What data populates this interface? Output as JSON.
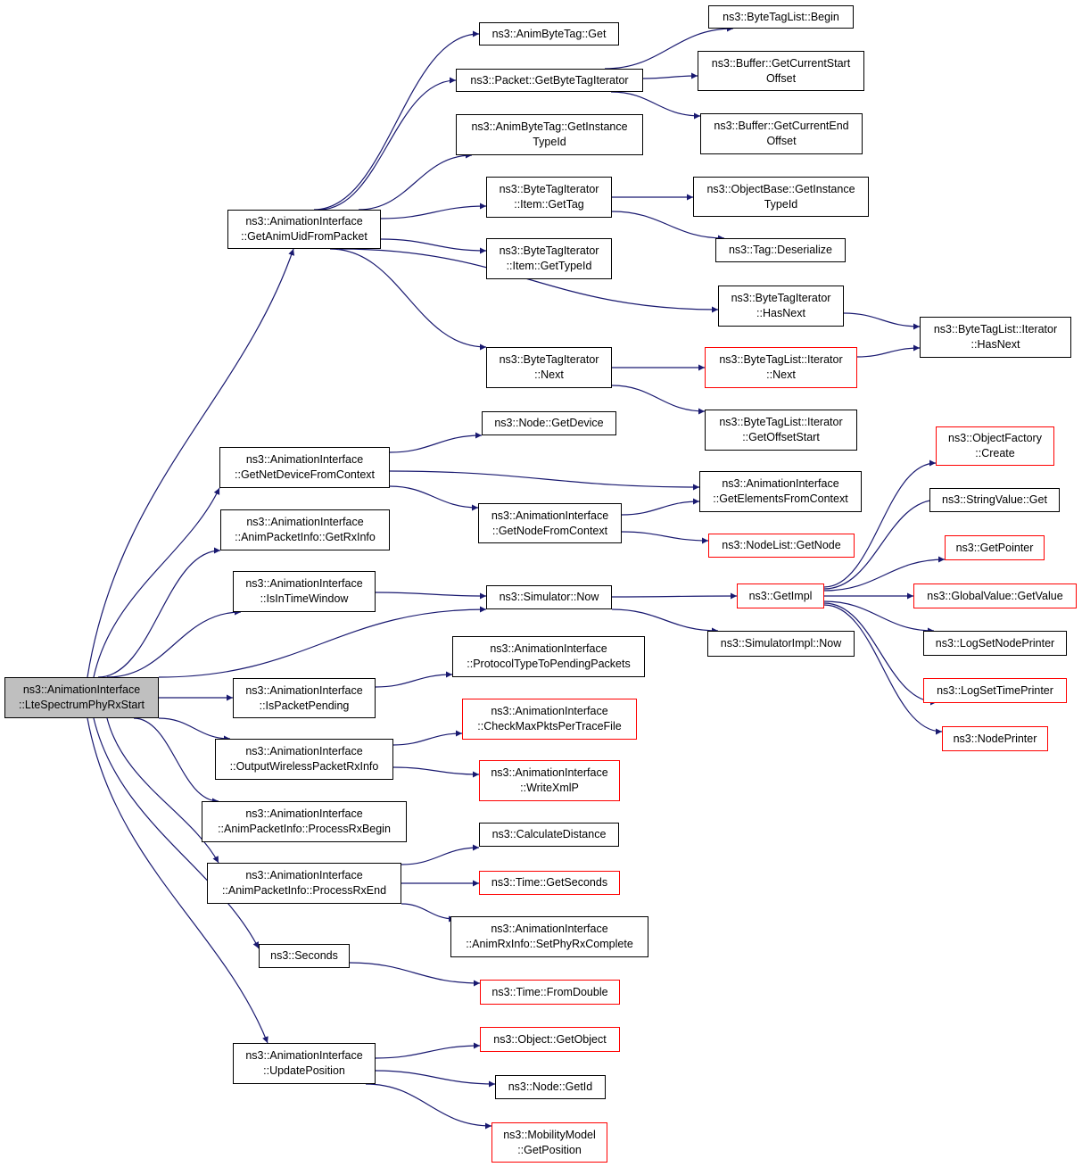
{
  "colors": {
    "edge": "#191970",
    "border_normal": "#000000",
    "border_truncated": "#ff0000",
    "root_fill": "#bfbfbf"
  },
  "graph": {
    "nodes": [
      {
        "id": "root",
        "lines": [
          "ns3::AnimationInterface",
          "::LteSpectrumPhyRxStart"
        ],
        "style": "root"
      },
      {
        "id": "getAnimUid",
        "lines": [
          "ns3::AnimationInterface",
          "::GetAnimUidFromPacket"
        ],
        "style": "normal"
      },
      {
        "id": "animByteTagGet",
        "lines": [
          "ns3::AnimByteTag::Get"
        ],
        "style": "normal"
      },
      {
        "id": "packetGetByteTagIter",
        "lines": [
          "ns3::Packet::GetByteTagIterator"
        ],
        "style": "normal"
      },
      {
        "id": "byteTagListBegin",
        "lines": [
          "ns3::ByteTagList::Begin"
        ],
        "style": "normal"
      },
      {
        "id": "bufferCurStart",
        "lines": [
          "ns3::Buffer::GetCurrentStart",
          "Offset"
        ],
        "style": "normal"
      },
      {
        "id": "bufferCurEnd",
        "lines": [
          "ns3::Buffer::GetCurrentEnd",
          "Offset"
        ],
        "style": "normal"
      },
      {
        "id": "animByteTagInstTypeId",
        "lines": [
          "ns3::AnimByteTag::GetInstance",
          "TypeId"
        ],
        "style": "normal"
      },
      {
        "id": "btiItemGetTag",
        "lines": [
          "ns3::ByteTagIterator",
          "::Item::GetTag"
        ],
        "style": "normal"
      },
      {
        "id": "objBaseInstTypeId",
        "lines": [
          "ns3::ObjectBase::GetInstance",
          "TypeId"
        ],
        "style": "normal"
      },
      {
        "id": "tagDeserialize",
        "lines": [
          "ns3::Tag::Deserialize"
        ],
        "style": "normal"
      },
      {
        "id": "btiItemGetTypeId",
        "lines": [
          "ns3::ByteTagIterator",
          "::Item::GetTypeId"
        ],
        "style": "normal"
      },
      {
        "id": "btiHasNext",
        "lines": [
          "ns3::ByteTagIterator",
          "::HasNext"
        ],
        "style": "normal"
      },
      {
        "id": "btlIterHasNext",
        "lines": [
          "ns3::ByteTagList::Iterator",
          "::HasNext"
        ],
        "style": "normal"
      },
      {
        "id": "btiNext",
        "lines": [
          "ns3::ByteTagIterator",
          "::Next"
        ],
        "style": "normal"
      },
      {
        "id": "btlIterNext",
        "lines": [
          "ns3::ByteTagList::Iterator",
          "::Next"
        ],
        "style": "red"
      },
      {
        "id": "btlIterGetOffsetStart",
        "lines": [
          "ns3::ByteTagList::Iterator",
          "::GetOffsetStart"
        ],
        "style": "normal"
      },
      {
        "id": "nodeGetDevice",
        "lines": [
          "ns3::Node::GetDevice"
        ],
        "style": "normal"
      },
      {
        "id": "getNetDevFromCtx",
        "lines": [
          "ns3::AnimationInterface",
          "::GetNetDeviceFromContext"
        ],
        "style": "normal"
      },
      {
        "id": "getElemFromCtx",
        "lines": [
          "ns3::AnimationInterface",
          "::GetElementsFromContext"
        ],
        "style": "normal"
      },
      {
        "id": "getNodeFromCtx",
        "lines": [
          "ns3::AnimationInterface",
          "::GetNodeFromContext"
        ],
        "style": "normal"
      },
      {
        "id": "nodeListGetNode",
        "lines": [
          "ns3::NodeList::GetNode"
        ],
        "style": "red"
      },
      {
        "id": "animPktInfoGetRxInfo",
        "lines": [
          "ns3::AnimationInterface",
          "::AnimPacketInfo::GetRxInfo"
        ],
        "style": "normal"
      },
      {
        "id": "objFactoryCreate",
        "lines": [
          "ns3::ObjectFactory",
          "::Create"
        ],
        "style": "red"
      },
      {
        "id": "stringValueGet",
        "lines": [
          "ns3::StringValue::Get"
        ],
        "style": "normal"
      },
      {
        "id": "getPointer",
        "lines": [
          "ns3::GetPointer"
        ],
        "style": "red"
      },
      {
        "id": "isInTimeWindow",
        "lines": [
          "ns3::AnimationInterface",
          "::IsInTimeWindow"
        ],
        "style": "normal"
      },
      {
        "id": "simNow",
        "lines": [
          "ns3::Simulator::Now"
        ],
        "style": "normal"
      },
      {
        "id": "getImpl",
        "lines": [
          "ns3::GetImpl"
        ],
        "style": "red"
      },
      {
        "id": "globalValueGetValue",
        "lines": [
          "ns3::GlobalValue::GetValue"
        ],
        "style": "red"
      },
      {
        "id": "simImplNow",
        "lines": [
          "ns3::SimulatorImpl::Now"
        ],
        "style": "normal"
      },
      {
        "id": "logSetNodePrinter",
        "lines": [
          "ns3::LogSetNodePrinter"
        ],
        "style": "normal"
      },
      {
        "id": "protoTypeToPending",
        "lines": [
          "ns3::AnimationInterface",
          "::ProtocolTypeToPendingPackets"
        ],
        "style": "normal"
      },
      {
        "id": "isPacketPending",
        "lines": [
          "ns3::AnimationInterface",
          "::IsPacketPending"
        ],
        "style": "normal"
      },
      {
        "id": "logSetTimePrinter",
        "lines": [
          "ns3::LogSetTimePrinter"
        ],
        "style": "red"
      },
      {
        "id": "checkMaxPkts",
        "lines": [
          "ns3::AnimationInterface",
          "::CheckMaxPktsPerTraceFile"
        ],
        "style": "red"
      },
      {
        "id": "nodePrinter",
        "lines": [
          "ns3::NodePrinter"
        ],
        "style": "red"
      },
      {
        "id": "outputWirelessRx",
        "lines": [
          "ns3::AnimationInterface",
          "::OutputWirelessPacketRxInfo"
        ],
        "style": "normal"
      },
      {
        "id": "writeXmlP",
        "lines": [
          "ns3::AnimationInterface",
          "::WriteXmlP"
        ],
        "style": "red"
      },
      {
        "id": "processRxBegin",
        "lines": [
          "ns3::AnimationInterface",
          "::AnimPacketInfo::ProcessRxBegin"
        ],
        "style": "normal"
      },
      {
        "id": "calcDistance",
        "lines": [
          "ns3::CalculateDistance"
        ],
        "style": "normal"
      },
      {
        "id": "processRxEnd",
        "lines": [
          "ns3::AnimationInterface",
          "::AnimPacketInfo::ProcessRxEnd"
        ],
        "style": "normal"
      },
      {
        "id": "timeGetSeconds",
        "lines": [
          "ns3::Time::GetSeconds"
        ],
        "style": "red"
      },
      {
        "id": "setPhyRxComplete",
        "lines": [
          "ns3::AnimationInterface",
          "::AnimRxInfo::SetPhyRxComplete"
        ],
        "style": "normal"
      },
      {
        "id": "seconds",
        "lines": [
          "ns3::Seconds"
        ],
        "style": "normal"
      },
      {
        "id": "timeFromDouble",
        "lines": [
          "ns3::Time::FromDouble"
        ],
        "style": "red"
      },
      {
        "id": "objGetObject",
        "lines": [
          "ns3::Object::GetObject"
        ],
        "style": "red"
      },
      {
        "id": "updatePosition",
        "lines": [
          "ns3::AnimationInterface",
          "::UpdatePosition"
        ],
        "style": "normal"
      },
      {
        "id": "nodeGetId",
        "lines": [
          "ns3::Node::GetId"
        ],
        "style": "normal"
      },
      {
        "id": "mobilityGetPos",
        "lines": [
          "ns3::MobilityModel",
          "::GetPosition"
        ],
        "style": "red"
      }
    ],
    "edges": [
      [
        "root",
        "getAnimUid"
      ],
      [
        "root",
        "getNetDevFromCtx"
      ],
      [
        "root",
        "animPktInfoGetRxInfo"
      ],
      [
        "root",
        "isInTimeWindow"
      ],
      [
        "root",
        "simNow"
      ],
      [
        "root",
        "isPacketPending"
      ],
      [
        "root",
        "outputWirelessRx"
      ],
      [
        "root",
        "processRxBegin"
      ],
      [
        "root",
        "processRxEnd"
      ],
      [
        "root",
        "seconds"
      ],
      [
        "root",
        "updatePosition"
      ],
      [
        "getAnimUid",
        "animByteTagGet"
      ],
      [
        "getAnimUid",
        "packetGetByteTagIter"
      ],
      [
        "getAnimUid",
        "animByteTagInstTypeId"
      ],
      [
        "getAnimUid",
        "btiItemGetTag"
      ],
      [
        "getAnimUid",
        "btiItemGetTypeId"
      ],
      [
        "getAnimUid",
        "btiHasNext"
      ],
      [
        "getAnimUid",
        "btiNext"
      ],
      [
        "packetGetByteTagIter",
        "byteTagListBegin"
      ],
      [
        "packetGetByteTagIter",
        "bufferCurStart"
      ],
      [
        "packetGetByteTagIter",
        "bufferCurEnd"
      ],
      [
        "btiItemGetTag",
        "objBaseInstTypeId"
      ],
      [
        "btiItemGetTag",
        "tagDeserialize"
      ],
      [
        "btiHasNext",
        "btlIterHasNext"
      ],
      [
        "btiNext",
        "btlIterNext"
      ],
      [
        "btiNext",
        "btlIterGetOffsetStart"
      ],
      [
        "btlIterNext",
        "btlIterHasNext"
      ],
      [
        "getNetDevFromCtx",
        "nodeGetDevice"
      ],
      [
        "getNetDevFromCtx",
        "getElemFromCtx"
      ],
      [
        "getNetDevFromCtx",
        "getNodeFromCtx"
      ],
      [
        "getNodeFromCtx",
        "getElemFromCtx"
      ],
      [
        "getNodeFromCtx",
        "nodeListGetNode"
      ],
      [
        "isInTimeWindow",
        "simNow"
      ],
      [
        "simNow",
        "getImpl"
      ],
      [
        "simNow",
        "simImplNow"
      ],
      [
        "getImpl",
        "objFactoryCreate"
      ],
      [
        "getImpl",
        "stringValueGet"
      ],
      [
        "getImpl",
        "getPointer"
      ],
      [
        "getImpl",
        "globalValueGetValue"
      ],
      [
        "getImpl",
        "logSetNodePrinter"
      ],
      [
        "getImpl",
        "logSetTimePrinter"
      ],
      [
        "getImpl",
        "nodePrinter"
      ],
      [
        "isPacketPending",
        "protoTypeToPending"
      ],
      [
        "outputWirelessRx",
        "checkMaxPkts"
      ],
      [
        "outputWirelessRx",
        "writeXmlP"
      ],
      [
        "processRxEnd",
        "calcDistance"
      ],
      [
        "processRxEnd",
        "timeGetSeconds"
      ],
      [
        "processRxEnd",
        "setPhyRxComplete"
      ],
      [
        "seconds",
        "timeFromDouble"
      ],
      [
        "updatePosition",
        "objGetObject"
      ],
      [
        "updatePosition",
        "nodeGetId"
      ],
      [
        "updatePosition",
        "mobilityGetPos"
      ]
    ]
  }
}
